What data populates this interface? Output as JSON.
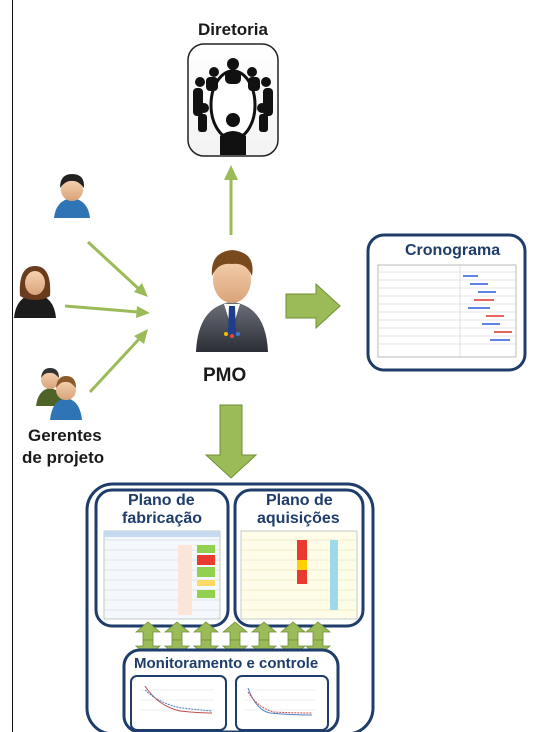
{
  "diagram": {
    "diretoria_label": "Diretoria",
    "pmo_label": "PMO",
    "gerentes_label_line1": "Gerentes",
    "gerentes_label_line2": "de projeto",
    "cronograma_label": "Cronograma",
    "plano_fabricacao_line1": "Plano de",
    "plano_fabricacao_line2": "fabricação",
    "plano_aquisicoes_line1": "Plano de",
    "plano_aquisicoes_line2": "aquisições",
    "monitoramento_label": "Monitoramento e controle"
  },
  "colors": {
    "arrow_green": "#9bbb59",
    "arrow_green_dark": "#6f8f33",
    "box_border": "#1f3d6b",
    "title_blue": "#1f3d6b"
  },
  "icons": [
    "boardroom-icon",
    "person-icon",
    "woman-icon",
    "group-icon",
    "pmo-manager-icon"
  ]
}
